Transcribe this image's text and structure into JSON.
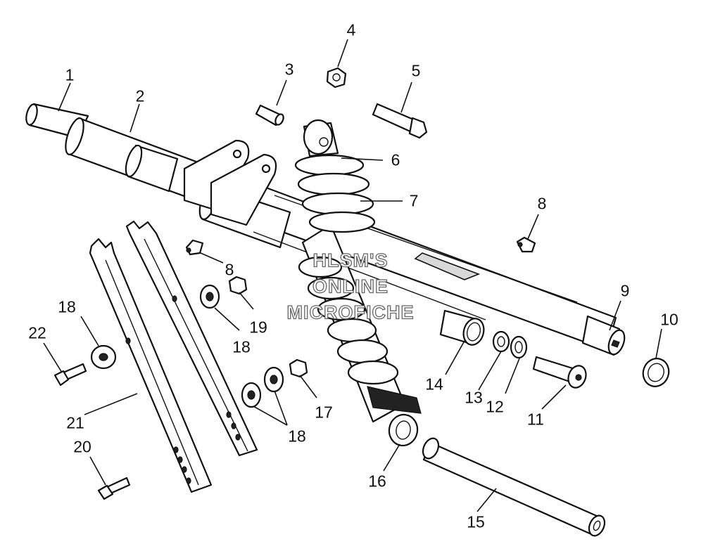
{
  "diagram": {
    "callouts": [
      "1",
      "2",
      "3",
      "4",
      "5",
      "6",
      "7",
      "8",
      "8",
      "9",
      "10",
      "11",
      "12",
      "13",
      "14",
      "15",
      "16",
      "17",
      "18",
      "18",
      "18",
      "19",
      "20",
      "21",
      "22"
    ],
    "watermark": [
      "HLSM'S",
      "ONLINE",
      "MICROFICHE"
    ]
  }
}
